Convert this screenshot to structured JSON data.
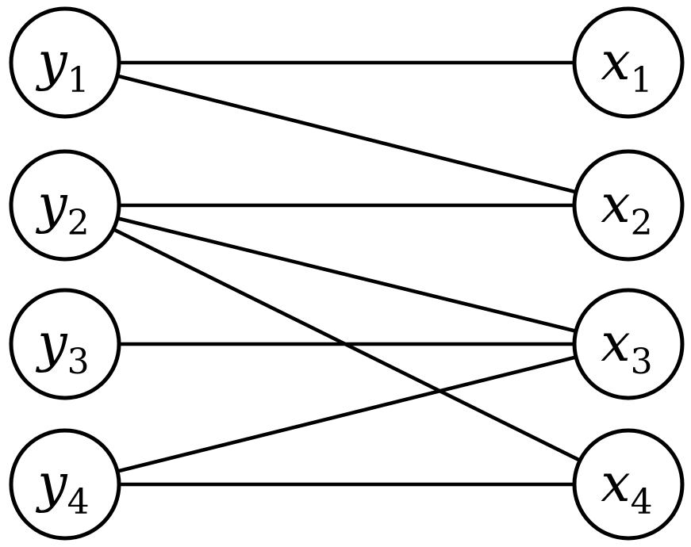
{
  "graph": {
    "type": "bipartite-graph",
    "left_nodes": [
      {
        "id": "y1",
        "label": "y",
        "subscript": "1"
      },
      {
        "id": "y2",
        "label": "y",
        "subscript": "2"
      },
      {
        "id": "y3",
        "label": "y",
        "subscript": "3"
      },
      {
        "id": "y4",
        "label": "y",
        "subscript": "4"
      }
    ],
    "right_nodes": [
      {
        "id": "x1",
        "label": "x",
        "subscript": "1"
      },
      {
        "id": "x2",
        "label": "x",
        "subscript": "2"
      },
      {
        "id": "x3",
        "label": "x",
        "subscript": "3"
      },
      {
        "id": "x4",
        "label": "x",
        "subscript": "4"
      }
    ],
    "edges": [
      {
        "from": "y1",
        "to": "x1"
      },
      {
        "from": "y1",
        "to": "x2"
      },
      {
        "from": "y2",
        "to": "x2"
      },
      {
        "from": "y2",
        "to": "x3"
      },
      {
        "from": "y2",
        "to": "x4"
      },
      {
        "from": "y3",
        "to": "x3"
      },
      {
        "from": "y4",
        "to": "x3"
      },
      {
        "from": "y4",
        "to": "x4"
      }
    ]
  },
  "colors": {
    "background": "#ffffff",
    "node_fill": "#ffffff",
    "stroke": "#000000"
  }
}
